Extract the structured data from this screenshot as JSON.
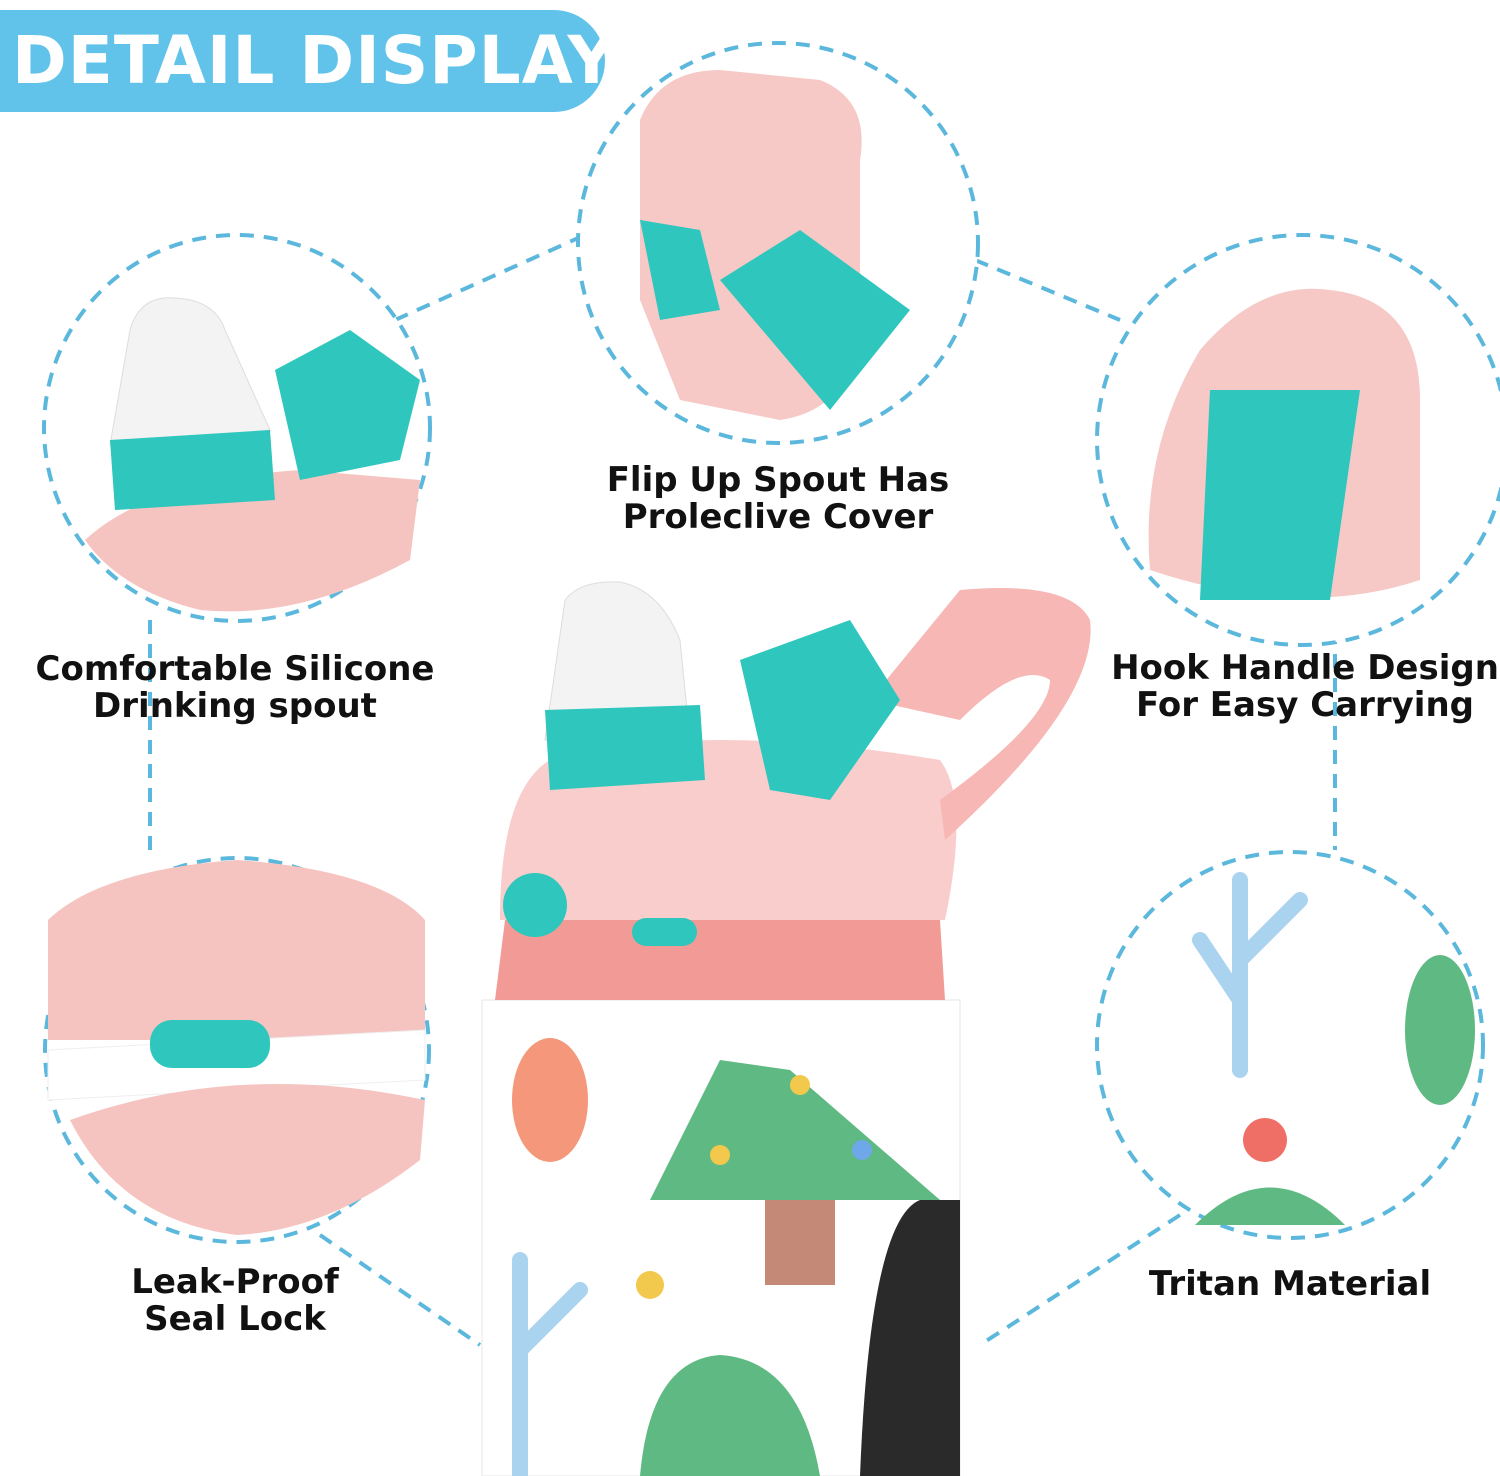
{
  "header": {
    "title": "DETAIL DISPLAY"
  },
  "features": [
    {
      "line1": "Flip Up Spout Has",
      "line2": "Proleclive Cover"
    },
    {
      "line1": "Comfortable Silicone",
      "line2": "Drinking spout"
    },
    {
      "line1": "Hook Handle Design",
      "line2": "For Easy Carrying"
    },
    {
      "line1": "Leak-Proof",
      "line2": "Seal Lock"
    },
    {
      "line1": "Tritan Material"
    }
  ],
  "colors": {
    "accent": "#62c3ea",
    "dash": "#5bb8dc",
    "pink": "#f6c4c0",
    "teal": "#2fc7bd"
  }
}
